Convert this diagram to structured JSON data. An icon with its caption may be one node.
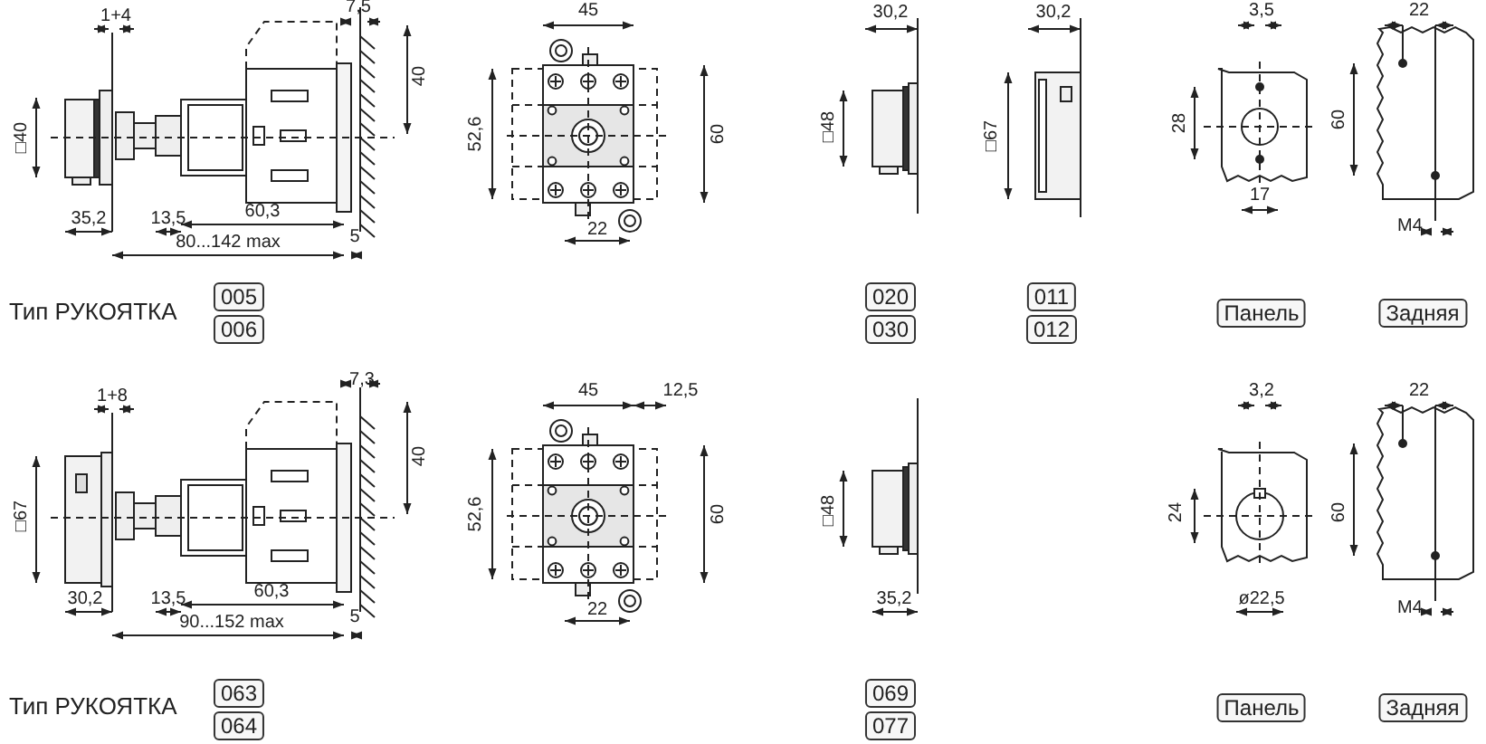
{
  "diagram": {
    "labels": [
      "1+4",
      "7,5",
      "40",
      "□40",
      "35,2",
      "13,5",
      "60,3",
      "80...142 max",
      "5",
      "45",
      "52,6",
      "60",
      "22",
      "30,2",
      "□48",
      "30,2",
      "□67",
      "3,5",
      "28",
      "17",
      "22",
      "60",
      "M4",
      "Тип РУКОЯТКА",
      "005",
      "006",
      "020",
      "030",
      "011",
      "012",
      "Панель",
      "Задняя",
      "1+8",
      "7,3",
      "40",
      "□67",
      "30,2",
      "13,5",
      "60,3",
      "90...152 max",
      "5",
      "45",
      "12,5",
      "52,6",
      "60",
      "22",
      "□48",
      "35,2",
      "3,2",
      "24",
      "ø22,5",
      "22",
      "60",
      "M4",
      "Тип РУКОЯТКА",
      "063",
      "064",
      "069",
      "077",
      "Панель",
      "Задняя"
    ]
  }
}
